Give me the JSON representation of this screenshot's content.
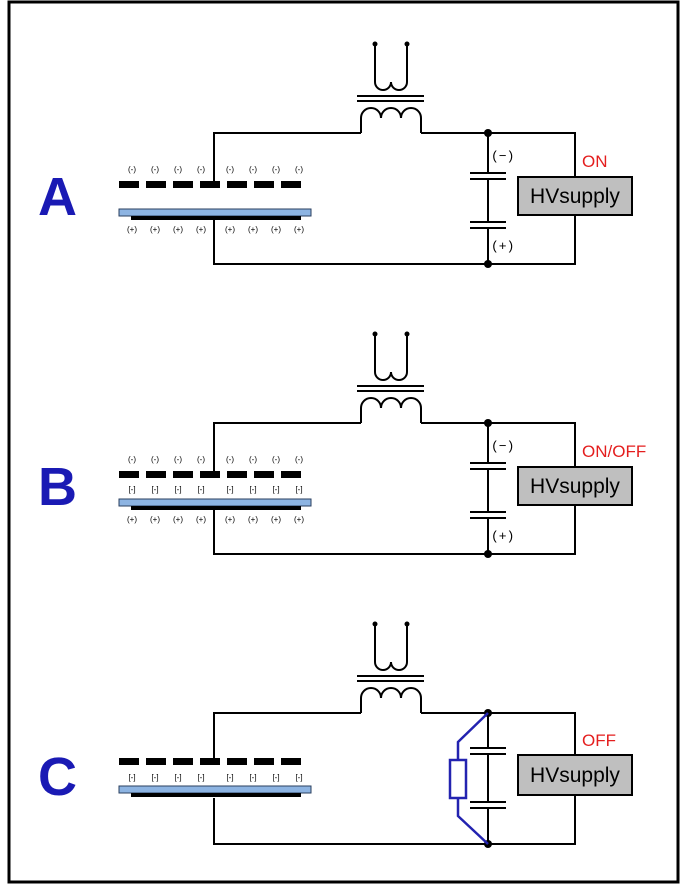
{
  "colors": {
    "label_blue": "#1a1ab4",
    "status_red": "#e41e1e",
    "dielectric_blue": "#8db4e2",
    "supply_gray": "#bfbfbf",
    "discharge_blue": "#2323b0"
  },
  "panels": [
    {
      "label": "A",
      "status": "ON",
      "supply": "HVsupply",
      "cap_top": "(−)",
      "cap_bottom": "(+)",
      "top_charges": [
        "(-)",
        "(-)",
        "(-)",
        "(-)",
        "(-)",
        "(-)",
        "(-)",
        "(-)"
      ],
      "mid_charges": [],
      "bottom_charges": [
        "(+)",
        "(+)",
        "(+)",
        "(+)",
        "(+)",
        "(+)",
        "(+)",
        "(+)"
      ]
    },
    {
      "label": "B",
      "status": "ON/OFF",
      "supply": "HVsupply",
      "cap_top": "(−)",
      "cap_bottom": "(+)",
      "top_charges": [
        "(-)",
        "(-)",
        "(-)",
        "(-)",
        "(-)",
        "(-)",
        "(-)",
        "(-)"
      ],
      "mid_charges": [
        "[-]",
        "[-]",
        "[-]",
        "[-]",
        "[-]",
        "[-]",
        "[-]",
        "[-]"
      ],
      "bottom_charges": [
        "(+)",
        "(+)",
        "(+)",
        "(+)",
        "(+)",
        "(+)",
        "(+)",
        "(+)"
      ]
    },
    {
      "label": "C",
      "status": "OFF",
      "supply": "HVsupply",
      "cap_top": "",
      "cap_bottom": "",
      "top_charges": [],
      "mid_charges": [
        "[-]",
        "[-]",
        "[-]",
        "[-]",
        "[-]",
        "[-]",
        "[-]",
        "[-]"
      ],
      "bottom_charges": [],
      "discharge_resistor": true
    }
  ]
}
